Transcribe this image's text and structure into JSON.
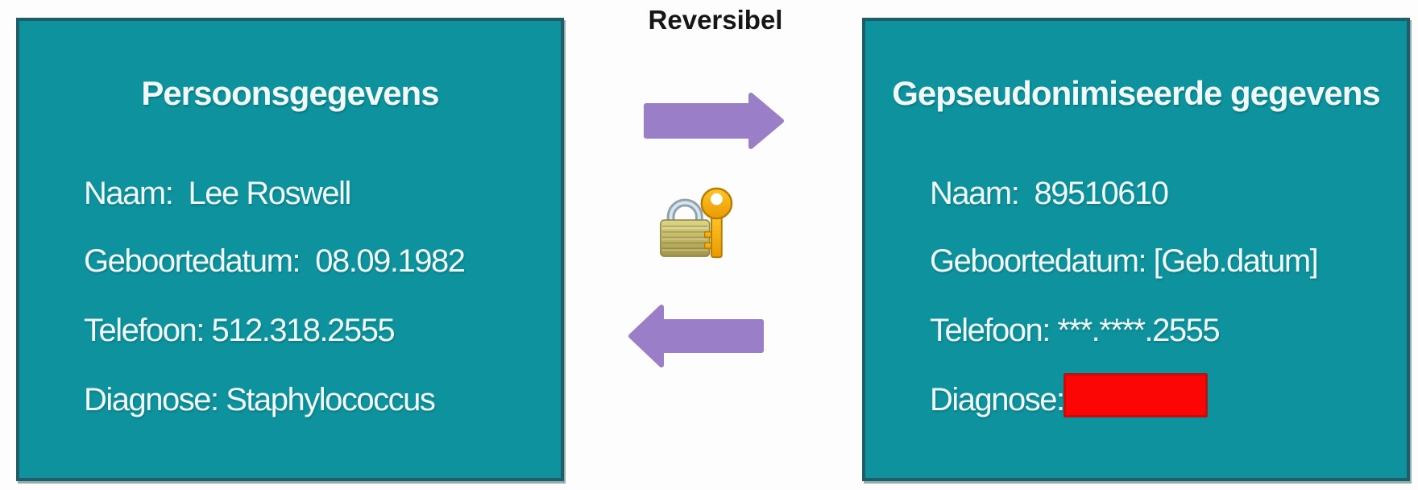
{
  "reversible_label": "Reversibel",
  "left_panel": {
    "title": "Persoonsgegevens",
    "rows": [
      {
        "text": "Naam:  Lee Roswell"
      },
      {
        "text": "Geboortedatum:  08.09.1982"
      },
      {
        "text": "Telefoon: 512.318.2555"
      },
      {
        "text": "Diagnose: Staphylococcus"
      }
    ]
  },
  "right_panel": {
    "title": "Gepseudonimiseerde gegevens",
    "rows": [
      {
        "text": "Naam:  89510610"
      },
      {
        "text": "Geboortedatum: [Geb.datum]"
      },
      {
        "text": "Telefoon: ***.****.2555"
      },
      {
        "text": "Diagnose:",
        "value_redacted": true
      }
    ]
  },
  "icons": {
    "arrow_right": "arrow-right-icon",
    "arrow_left": "arrow-left-icon",
    "lock": "lock-with-key-icon"
  },
  "colors": {
    "panel_fill": "#0e929d",
    "panel_border": "#1f5d68",
    "panel_text": "#f0fafa",
    "arrow_purple": "#9a7ec8",
    "redaction_fill": "#fb0505",
    "redaction_border": "#bf1010",
    "title_text": "#161616",
    "key_gold": "#f2a509",
    "lock_body_khaki": "#c3b868"
  }
}
